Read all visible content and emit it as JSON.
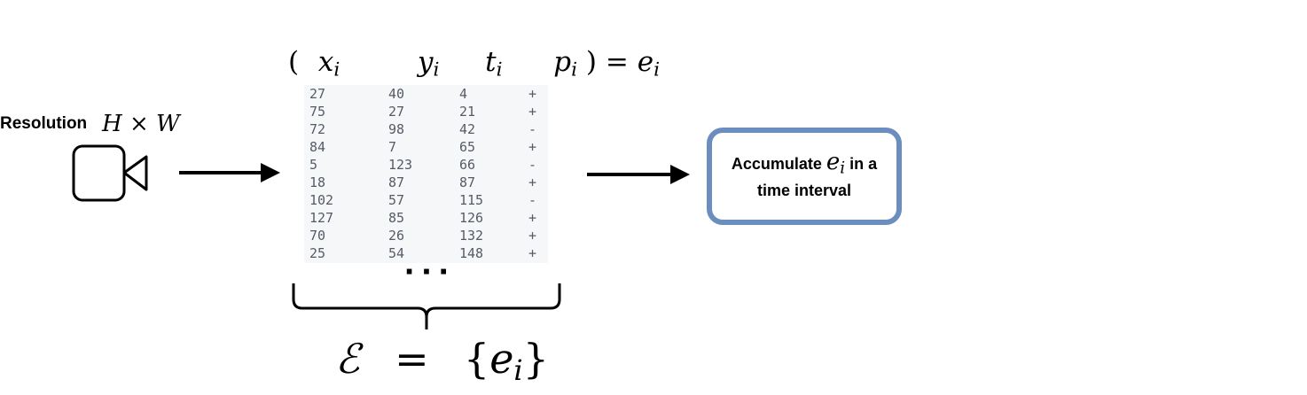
{
  "resolution": {
    "label": "Resolution",
    "formula": "H × W"
  },
  "camera": {
    "icon": "video-camera-icon"
  },
  "tuple_header": {
    "open": "(",
    "x": "x",
    "y": "y",
    "t": "t",
    "p": "p",
    "close": ")",
    "eq": "=",
    "e": "e",
    "sub": "i"
  },
  "event_table": {
    "rows": [
      [
        "27",
        "40",
        "4",
        "+"
      ],
      [
        "75",
        "27",
        "21",
        "+"
      ],
      [
        "72",
        "98",
        "42",
        "-"
      ],
      [
        "84",
        "7",
        "65",
        "+"
      ],
      [
        "5",
        "123",
        "66",
        "-"
      ],
      [
        "18",
        "87",
        "87",
        "+"
      ],
      [
        "102",
        "57",
        "115",
        "-"
      ],
      [
        "127",
        "85",
        "126",
        "+"
      ],
      [
        "70",
        "26",
        "132",
        "+"
      ],
      [
        "25",
        "54",
        "148",
        "+"
      ]
    ],
    "ellipsis": "···"
  },
  "set_formula": {
    "script_e": "ℰ",
    "eq": "=",
    "open": "{",
    "e": "e",
    "sub": "i",
    "close": "}"
  },
  "accumulate": {
    "text_before": "Accumulate",
    "e": "e",
    "sub": "i",
    "text_after1": "in a",
    "text_after2": "time interval"
  },
  "colors": {
    "box_border": "#6c8ebf",
    "table_bg": "#f6f7f9",
    "table_text": "#555b66"
  }
}
